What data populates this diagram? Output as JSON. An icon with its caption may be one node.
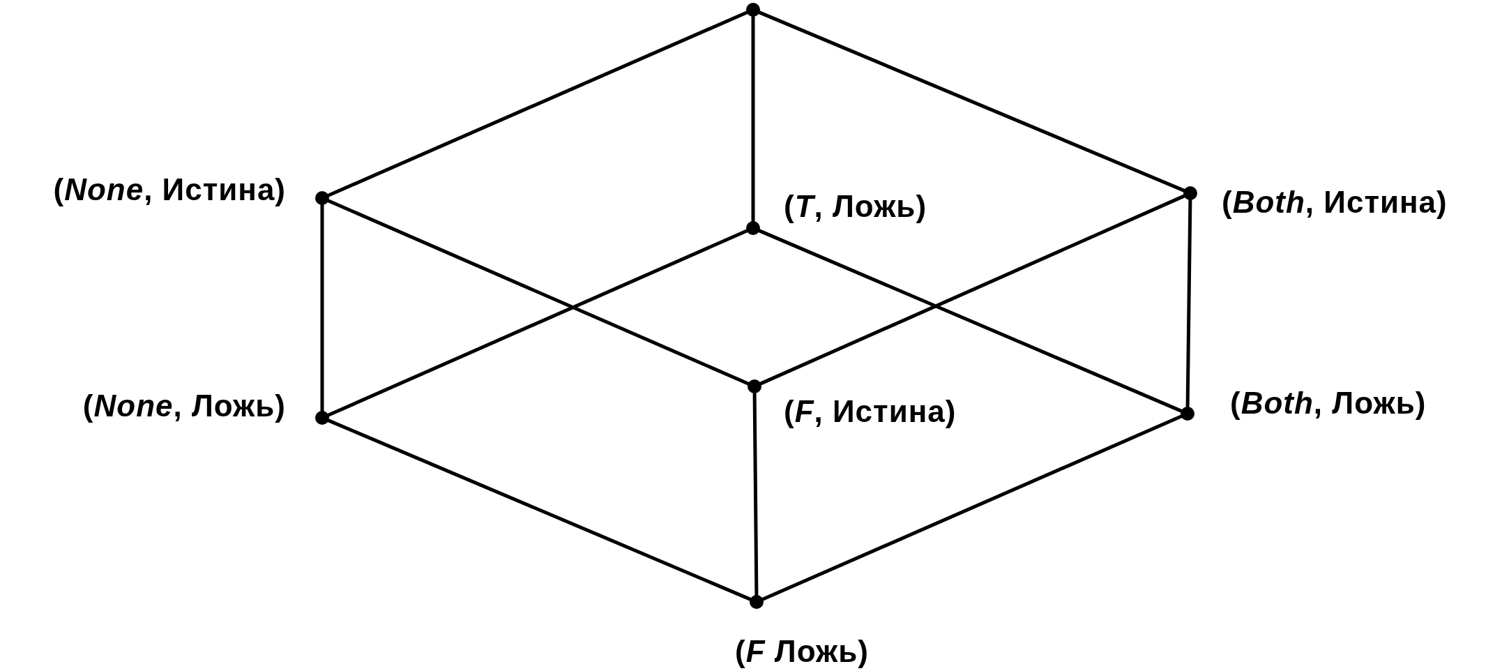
{
  "diagram": {
    "nodes": [
      {
        "text": [],
        "shape": "circle"
      },
      {
        "text": [],
        "shape": "circle",
        "beside": [
          "(*None*, Истина)"
        ]
      },
      {
        "text": [],
        "shape": "circle",
        "beside": [
          "(*T*, Ложь)"
        ]
      },
      {
        "text": [],
        "shape": "circle",
        "beside": [
          "(*Both*, Истина)"
        ]
      },
      {
        "text": [],
        "shape": "circle",
        "beside": [
          "(*None*, Ложь)"
        ]
      },
      {
        "text": [],
        "shape": "circle",
        "beside": [
          "(*F*, Истина)"
        ]
      },
      {
        "text": [],
        "shape": "circle",
        "beside": [
          "(*Both*, Ложь)"
        ]
      },
      {
        "text": [],
        "shape": "circle",
        "beside": [
          "(*F* Ложь)"
        ]
      }
    ],
    "edges": [
      {
        "from": 0,
        "to": 1,
        "arrow": "none"
      },
      {
        "from": 0,
        "to": 2,
        "arrow": "none"
      },
      {
        "from": 0,
        "to": 3,
        "arrow": "none"
      },
      {
        "from": 1,
        "to": 4,
        "arrow": "none"
      },
      {
        "from": 1,
        "to": 5,
        "arrow": "none"
      },
      {
        "from": 2,
        "to": 4,
        "arrow": "none"
      },
      {
        "from": 2,
        "to": 6,
        "arrow": "none"
      },
      {
        "from": 3,
        "to": 5,
        "arrow": "none"
      },
      {
        "from": 3,
        "to": 6,
        "arrow": "none"
      },
      {
        "from": 5,
        "to": 7,
        "arrow": "none"
      },
      {
        "from": 4,
        "to": 7,
        "arrow": "none"
      },
      {
        "from": 6,
        "to": 7,
        "arrow": "none"
      }
    ]
  }
}
